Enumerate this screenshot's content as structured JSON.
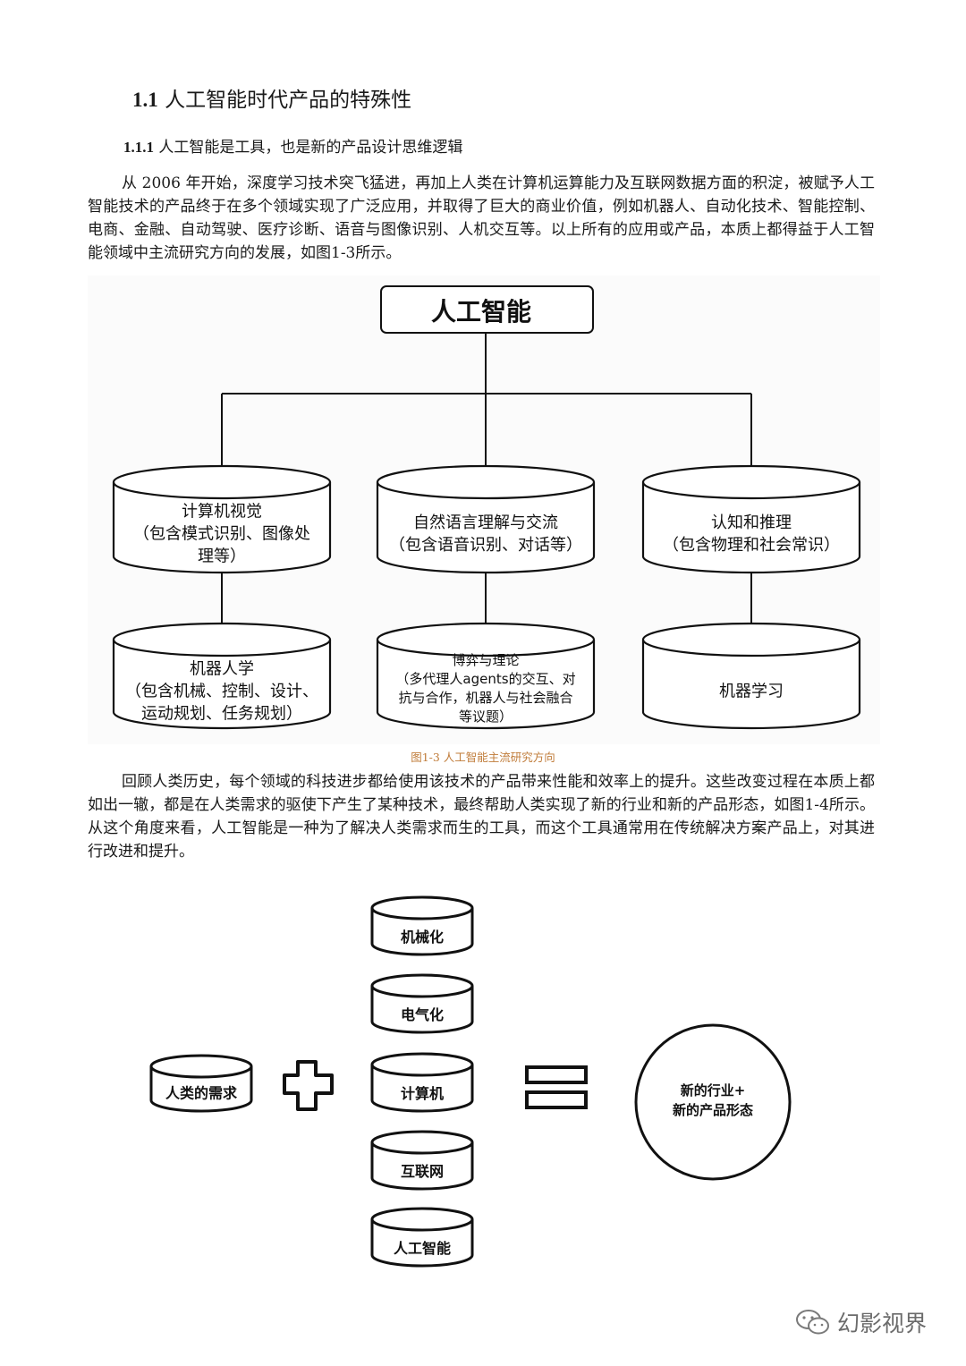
{
  "heading1": {
    "number": "1.1",
    "text": "人工智能时代产品的特殊性"
  },
  "heading2": {
    "number": "1.1.1",
    "text": "人工智能是工具，也是新的产品设计思维逻辑"
  },
  "paragraph1": "从 2006 年开始，深度学习技术突飞猛进，再加上人类在计算机运算能力及互联网数据方面的积淀，被赋予人工智能技术的产品终于在多个领域实现了广泛应用，并取得了巨大的商业价值，例如机器人、自动化技术、智能控制、电商、金融、自动驾驶、医疗诊断、语音与图像识别、人机交互等。以上所有的应用或产品，本质上都得益于人工智能领域中主流研究方向的发展，如图1-3所示。",
  "figure1": {
    "root": "人工智能",
    "top_row": [
      [
        "计算机视觉",
        "（包含模式识别、图像处",
        "理等）"
      ],
      [
        "自然语言理解与交流",
        "（包含语音识别、对话等）"
      ],
      [
        "认知和推理",
        "（包含物理和社会常识）"
      ]
    ],
    "bottom_row": [
      [
        "机器人学",
        "（包含机械、控制、设计、",
        "运动规划、任务规划）"
      ],
      [
        "博弈与理论",
        "（多代理人agents的交互、对",
        "抗与合作，机器人与社会融合",
        "等议题）"
      ],
      [
        "机器学习"
      ]
    ],
    "caption": "图1-3 人工智能主流研究方向"
  },
  "paragraph2": "回顾人类历史，每个领域的科技进步都给使用该技术的产品带来性能和效率上的提升。这些改变过程在本质上都如出一辙，都是在人类需求的驱使下产生了某种技术，最终帮助人类实现了新的行业和新的产品形态，如图1-4所示。从这个角度来看，人工智能是一种为了解决人类需求而生的工具，而这个工具通常用在传统解决方案产品上，对其进行改进和提升。",
  "figure2": {
    "left": "人类的需求",
    "stack": [
      "机械化",
      "电气化",
      "计算机",
      "互联网",
      "人工智能"
    ],
    "result": [
      "新的行业+",
      "新的产品形态"
    ]
  },
  "watermark": "幻影视界"
}
